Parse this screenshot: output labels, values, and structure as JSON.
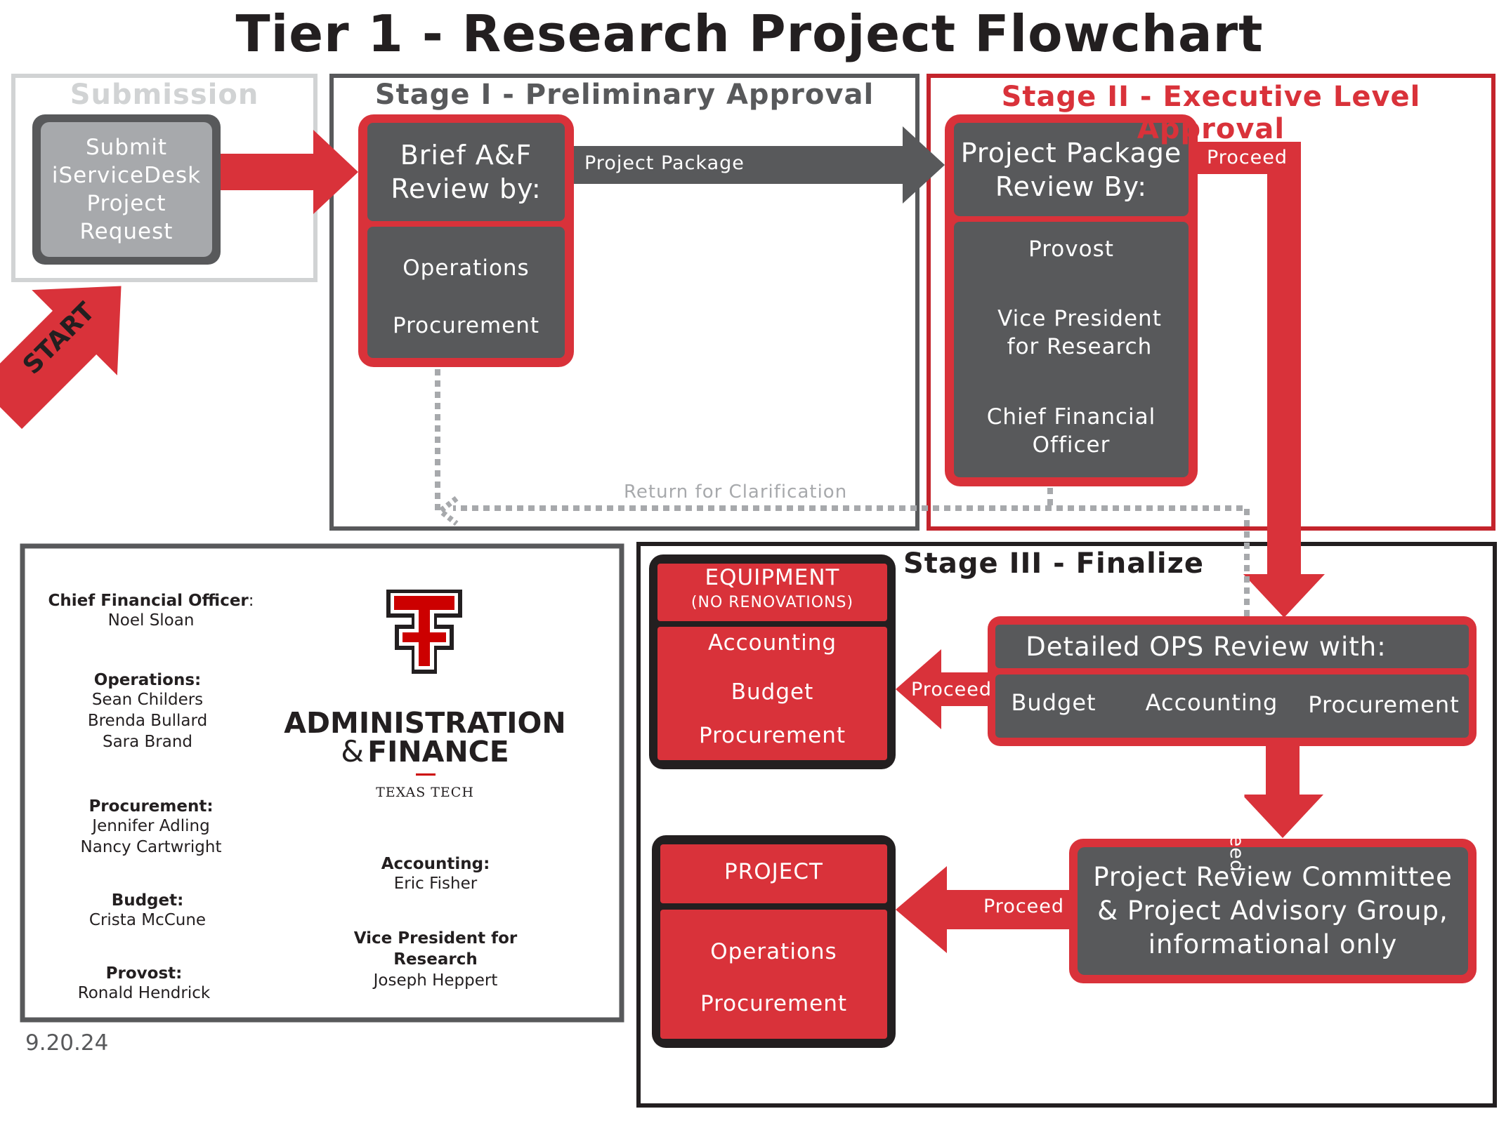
{
  "title": "Tier 1 - Research Project Flowchart",
  "start_label": "START",
  "submission": {
    "label": "Submission",
    "box_text": "Submit\niServiceDesk\nProject\nRequest"
  },
  "stage1": {
    "label": "Stage I - Preliminary Approval",
    "header": "Brief A&F\nReview by:",
    "items": [
      "Operations",
      "Procurement"
    ],
    "arrow_label": "Project Package",
    "return_label": "Return for Clarification"
  },
  "stage2": {
    "label": "Stage II - Executive Level Approval",
    "header": "Project Package\nReview By:",
    "items": [
      "Provost",
      "Vice President\nfor Research",
      "Chief Financial\nOfficer"
    ],
    "proceed_label": "Proceed"
  },
  "stage3": {
    "label": "Stage III - Finalize",
    "ops_review": {
      "header": "Detailed OPS Review with:",
      "items": [
        "Budget",
        "Accounting",
        "Procurement"
      ]
    },
    "equipment": {
      "title": "EQUIPMENT",
      "subtitle": "(NO RENOVATIONS)",
      "items": [
        "Accounting",
        "Budget",
        "Procurement"
      ]
    },
    "committee": "Project Review Committee\n& Project Advisory Group,\ninformational only",
    "project": {
      "title": "PROJECT",
      "items": [
        "Operations",
        "Procurement"
      ]
    },
    "proceed_left": "Proceed",
    "proceed_down": "Proceed",
    "proceed_bottom": "Proceed"
  },
  "contacts": {
    "cfo": {
      "role": "Chief Financial Officer",
      "colon": ":",
      "names": "Noel Sloan"
    },
    "operations": {
      "role": "Operations:",
      "names": "Sean Childers\nBrenda Bullard\nSara Brand"
    },
    "procurement": {
      "role": "Procurement:",
      "names": "Jennifer Adling\nNancy Cartwright"
    },
    "budget": {
      "role": "Budget:",
      "names": "Crista McCune"
    },
    "provost": {
      "role": "Provost:",
      "names": "Ronald Hendrick"
    },
    "accounting": {
      "role": "Accounting:",
      "names": "Eric Fisher"
    },
    "vpr": {
      "role": "Vice President for\nResearch",
      "names": "Joseph Heppert"
    }
  },
  "logo": {
    "line1": "ADMINISTRATION",
    "line2_amp": "&",
    "line2": "FINANCE",
    "line3": "TEXAS TECH"
  },
  "date": "9.20.24",
  "colors": {
    "red": "#d9323a",
    "dark_gray": "#58595b",
    "mid_gray": "#a7a9ac",
    "light_gray": "#d1d3d4",
    "black": "#231f20"
  }
}
